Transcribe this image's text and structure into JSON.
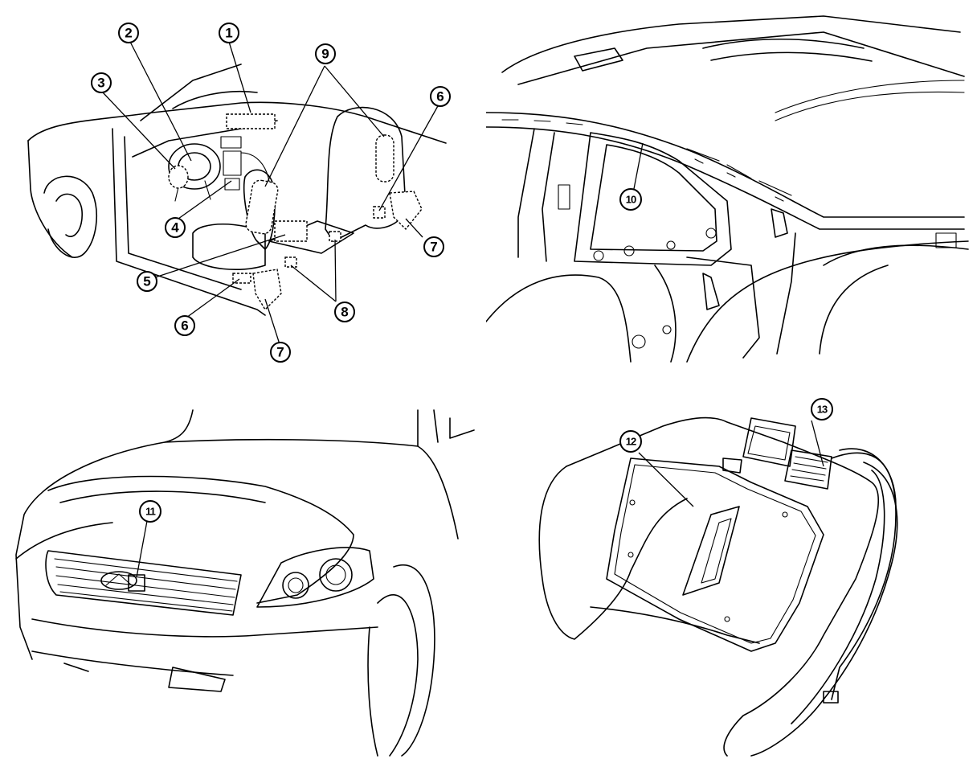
{
  "panels": [
    {
      "id": "interior",
      "callouts": [
        "1",
        "2",
        "3",
        "4",
        "5",
        "6",
        "6",
        "7",
        "7",
        "8",
        "9"
      ]
    },
    {
      "id": "roof-pillar",
      "callouts": [
        "10"
      ]
    },
    {
      "id": "front-grille",
      "callouts": [
        "11"
      ]
    },
    {
      "id": "seat-cushion",
      "callouts": [
        "12",
        "13"
      ]
    }
  ],
  "labels": {
    "c1": "1",
    "c2": "2",
    "c3": "3",
    "c4": "4",
    "c5": "5",
    "c6a": "6",
    "c6b": "6",
    "c7a": "7",
    "c7b": "7",
    "c8": "8",
    "c9": "9",
    "c10": "10",
    "c11": "11",
    "c12": "12",
    "c13": "13"
  }
}
